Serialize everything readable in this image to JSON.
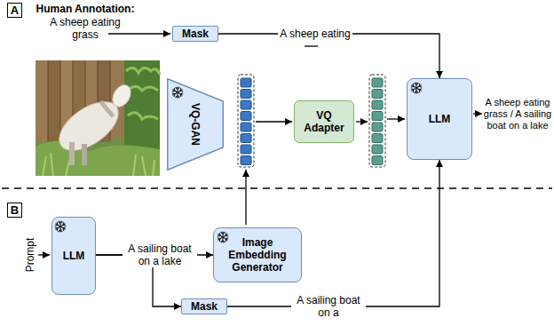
{
  "diagram": {
    "nodes": [
      {
        "text": [
          "A"
        ]
      },
      {
        "text": [
          "Mask"
        ]
      },
      {
        "text": [
          "VQ-GAN"
        ]
      },
      {
        "text": [
          "VQ Adapter"
        ]
      },
      {
        "text": [
          "LLM"
        ]
      },
      {
        "text": [
          "B"
        ]
      },
      {
        "text": [
          "LLM"
        ]
      },
      {
        "text": [
          "Image Embedding Generator"
        ]
      },
      {
        "text": [
          "Mask"
        ]
      }
    ],
    "edges": [
      {
        "from": 1,
        "to": 4,
        "arrow": "to",
        "label": "A sheep eating"
      },
      {
        "from": 6,
        "to": 7,
        "arrow": "to",
        "label": "A sailing boat on a lake"
      },
      {
        "from": 6,
        "to": 8,
        "arrow": "to"
      },
      {
        "from": 8,
        "to": 4,
        "arrow": "to",
        "label": "A sailing boat on a"
      }
    ],
    "labels": [
      "Human Annotation:",
      "A sheep eating grass",
      "A sheep eating grass / A sailing boat on a lake",
      "Prompt"
    ]
  }
}
